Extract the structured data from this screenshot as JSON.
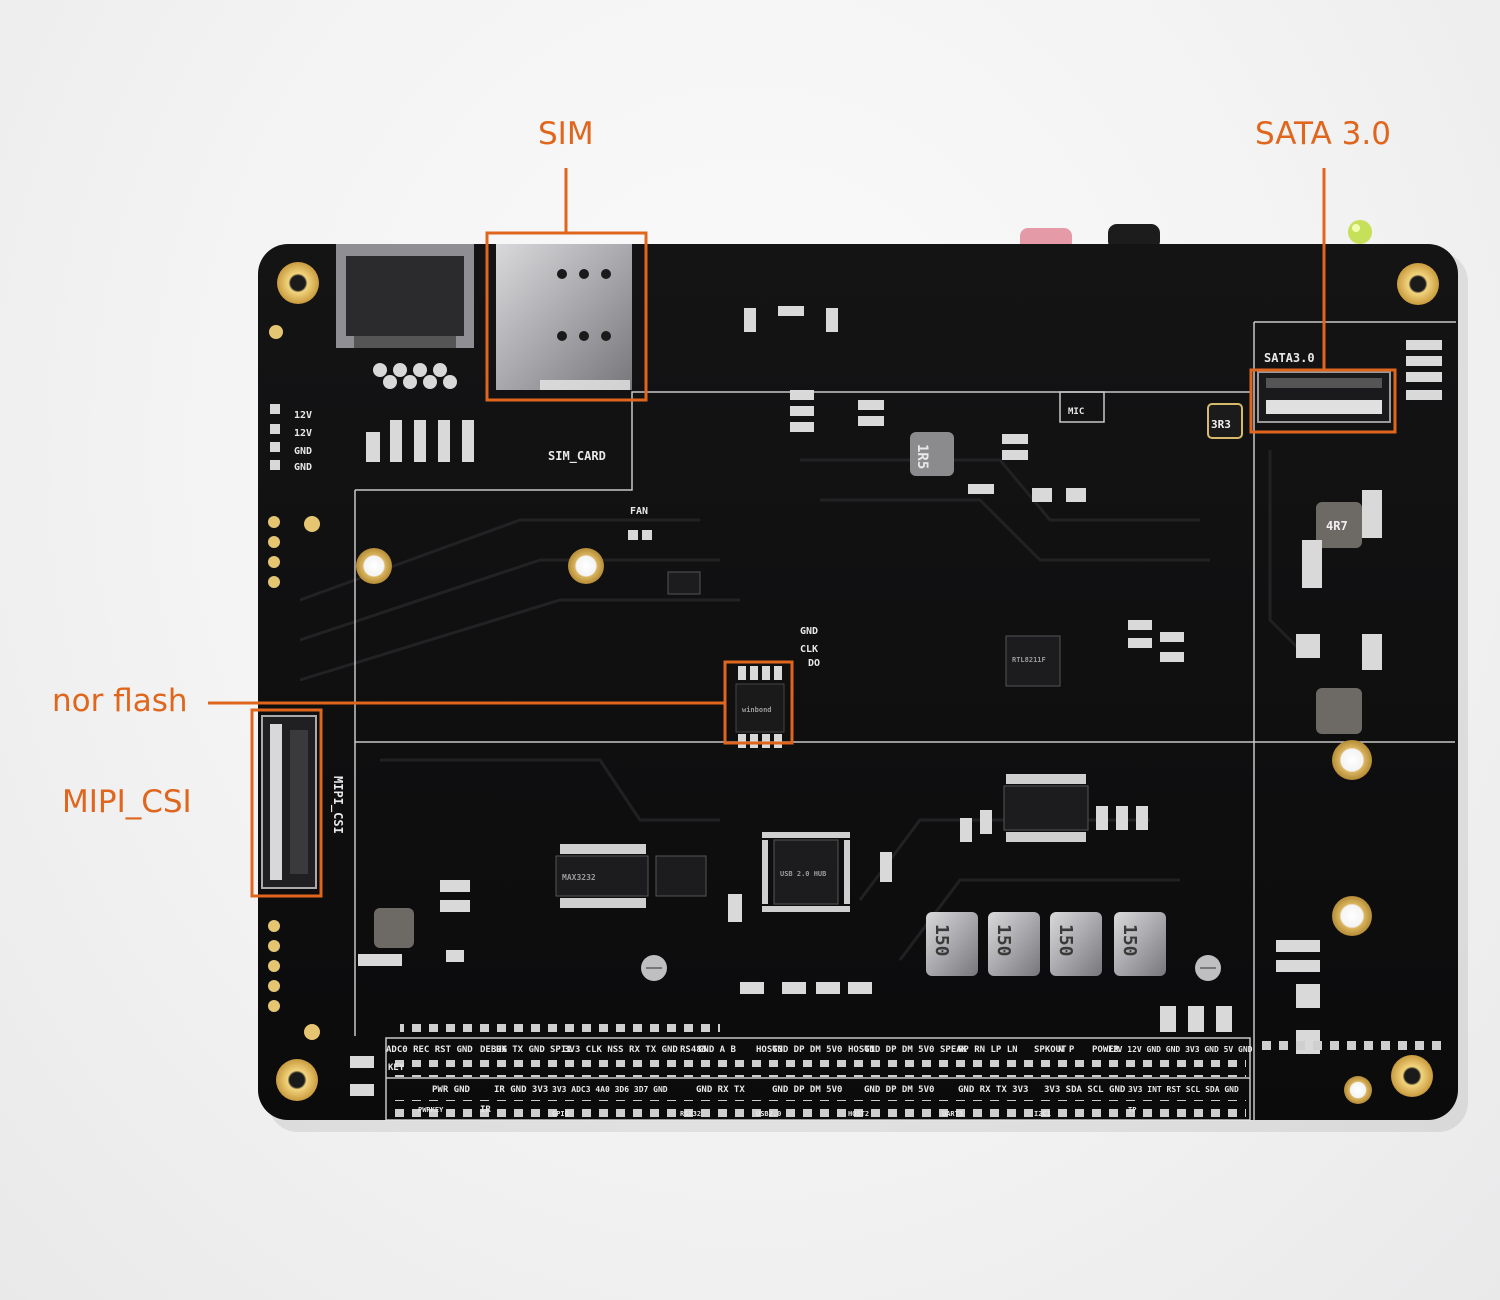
{
  "palette": {
    "accent": "#e0661d",
    "board": "#101011",
    "silkscreen": "#e8e8e8",
    "background": "#f4f4f4"
  },
  "callouts": {
    "sim": "SIM",
    "sata": "SATA 3.0",
    "nor_flash": "nor flash",
    "mipi_csi": "MIPI_CSI"
  },
  "board_labels": {
    "sim_card": "SIM_CARD",
    "sata": "SATA3.0",
    "mipi": "MIPI_CSI",
    "fan": "FAN",
    "mic": "MIC",
    "gnd": "GND",
    "clk": "CLK",
    "do": "DO",
    "v12a": "12V",
    "v12b": "12V",
    "gnda": "GND",
    "gndb": "GND",
    "ind_1r5": "1R5",
    "ind_4r7": "4R7",
    "ind_150": "150",
    "ind_3r3": "3R3",
    "chip_winbond": "winbond",
    "chip_max": "MAX3232",
    "chip_usb": "USB 2.0 HUB",
    "chip_rtl": "RTL8211F"
  },
  "header_row1": [
    {
      "label": "ADC0 REC RST GND"
    },
    {
      "label": "DEBUG"
    },
    {
      "label": "RX TX GND"
    },
    {
      "label": "SPI1"
    },
    {
      "label": "3V3 CLK NSS RX TX GND"
    },
    {
      "label": "RS485"
    },
    {
      "label": "GND A B"
    },
    {
      "label": "HOST3"
    },
    {
      "label": "GND DP DM 5V0"
    },
    {
      "label": "HOST1"
    },
    {
      "label": "GND DP DM 5V0"
    },
    {
      "label": "SPEAK"
    },
    {
      "label": "RP RN LP LN"
    },
    {
      "label": "SPKOUT"
    },
    {
      "label": "N P"
    },
    {
      "label": "POWER"
    },
    {
      "label": "12V 12V GND GND 3V3 GND 5V GND"
    }
  ],
  "header_row2": [
    {
      "label": "KEY"
    },
    {
      "label": "PWR GND"
    },
    {
      "label": "PWRKEY"
    },
    {
      "label": "IR GND 3V3"
    },
    {
      "label": "IR"
    },
    {
      "label": "3V3 ADC3 4A0 3D6 3D7 GND"
    },
    {
      "label": "GPIO"
    },
    {
      "label": "GND RX TX"
    },
    {
      "label": "RS232"
    },
    {
      "label": "GND DP DM 5V0"
    },
    {
      "label": "USB2.0"
    },
    {
      "label": "GND DP DM 5V0"
    },
    {
      "label": "HOST2"
    },
    {
      "label": "GND RX TX 3V3"
    },
    {
      "label": "UART3"
    },
    {
      "label": "3V3 SDA SCL GND"
    },
    {
      "label": "I2C1"
    },
    {
      "label": "3V3 INT RST SCL SDA GND"
    },
    {
      "label": "TP"
    }
  ]
}
